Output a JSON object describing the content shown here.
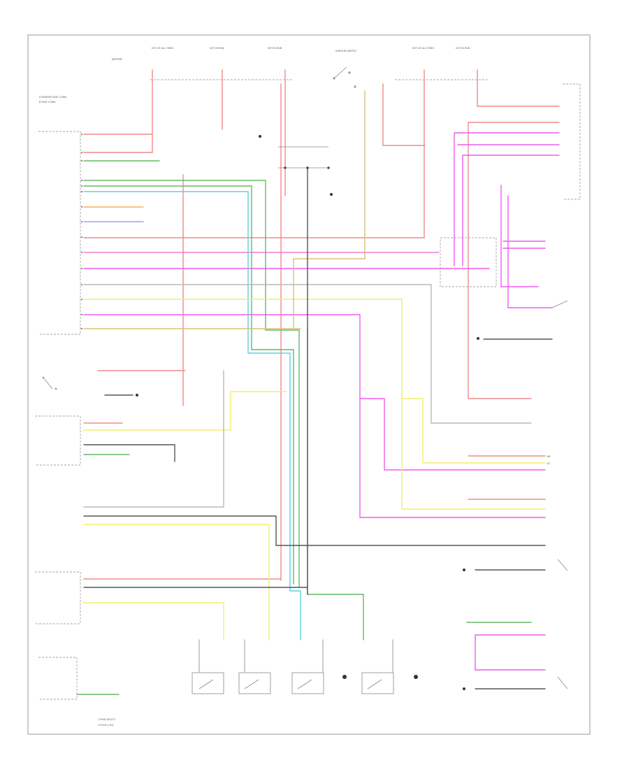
{
  "diagram": {
    "type": "wiring-schematic",
    "colors": {
      "red": "#f08a8a",
      "pink": "#f07ad0",
      "magenta": "#ee5cee",
      "green": "#64b864",
      "cyan": "#5fd0e0",
      "yellow": "#f0ee6a",
      "olive": "#d7c27a",
      "orange": "#f2b25e",
      "blue": "#9aa6ee",
      "gray": "#b8b8b8",
      "black": "#555555",
      "frame": "#9a9a9a"
    },
    "labels": {
      "fuse_1": "HOT AT ALL TIMES",
      "fuse_2": "HOT IN RUN",
      "fuse_3": "HOT IN RUN",
      "fuse_4": "HOT AT ALL TIMES",
      "fuse_5": "HOT IN RUN",
      "battery": "BATTERY",
      "ignition_switch": "IGNITION SWITCH",
      "pin_note_1": "A  MEMORY SEAT CONN",
      "pin_note_2": "B  SEAT CONN",
      "pin_b6": "B6",
      "pin_b7": "B7",
      "key_note_1": "1  ROW SELECT",
      "key_note_2": "2  FOLD LOCK"
    }
  }
}
